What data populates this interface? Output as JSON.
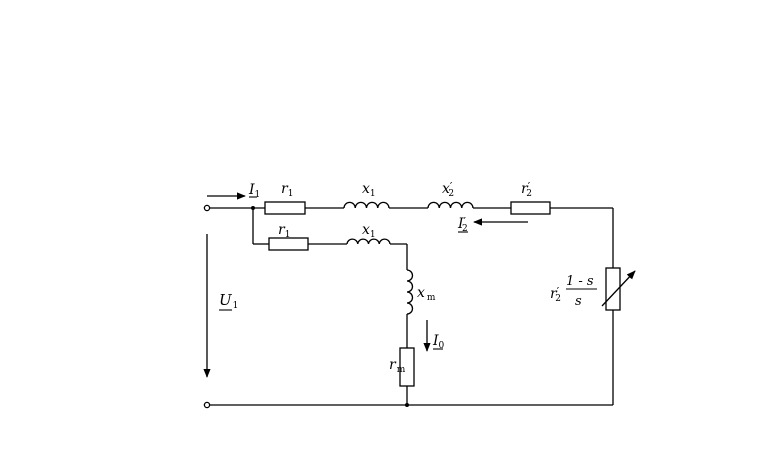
{
  "labels": {
    "I1": {
      "main": "I",
      "sub": "1"
    },
    "r1_top": {
      "main": "r",
      "sub": "1"
    },
    "x1_top": {
      "main": "x",
      "sub": "1"
    },
    "x2p": {
      "main": "x",
      "prime": "′",
      "sub": "2"
    },
    "r2p": {
      "main": "r",
      "prime": "′",
      "sub": "2"
    },
    "I2p": {
      "main": "I",
      "prime": "′",
      "sub": "2"
    },
    "r1_mid": {
      "main": "r",
      "sub": "1"
    },
    "x1_mid": {
      "main": "x",
      "sub": "1"
    },
    "xm": {
      "main": "x",
      "sub": "m"
    },
    "I0": {
      "main": "I",
      "sub": "0"
    },
    "rm": {
      "main": "r",
      "sub": "m"
    },
    "U1": {
      "main": "U",
      "sub": "1"
    },
    "load": {
      "main": "r",
      "prime": "′",
      "sub": "2",
      "numerator": "1 - s",
      "denominator": "s"
    }
  }
}
